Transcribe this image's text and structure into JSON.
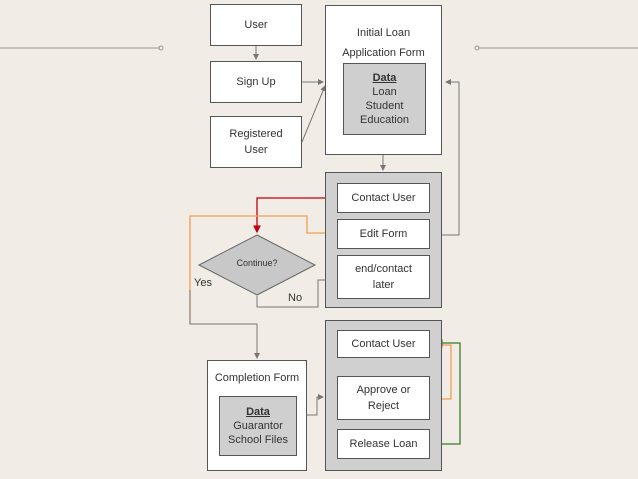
{
  "nodes": {
    "user": "User",
    "sign_up": "Sign Up",
    "registered_user": [
      "Registered",
      "User"
    ],
    "initial_form_title": [
      "Initial Loan",
      "Application Form"
    ],
    "initial_data": {
      "title": "Data",
      "items": [
        "Loan",
        "Student",
        "Education"
      ]
    },
    "contact_user_1": "Contact User",
    "edit_form": "Edit Form",
    "end_contact": [
      "end/contact",
      "later"
    ],
    "continue": "Continue?",
    "completion_form_title": "Completion Form",
    "completion_data": {
      "title": "Data",
      "items": [
        "Guarantor",
        "School Files"
      ]
    },
    "contact_user_2": "Contact User",
    "approve_reject": [
      "Approve or",
      "Reject"
    ],
    "release_loan": "Release Loan"
  },
  "edge_labels": {
    "yes": "Yes",
    "no": "No"
  },
  "colors": {
    "background": "#f1ede6",
    "red_line": "#c0000e",
    "orange_line": "#f0a050",
    "green_line": "#3a7a2a",
    "gray_line": "#777777"
  }
}
